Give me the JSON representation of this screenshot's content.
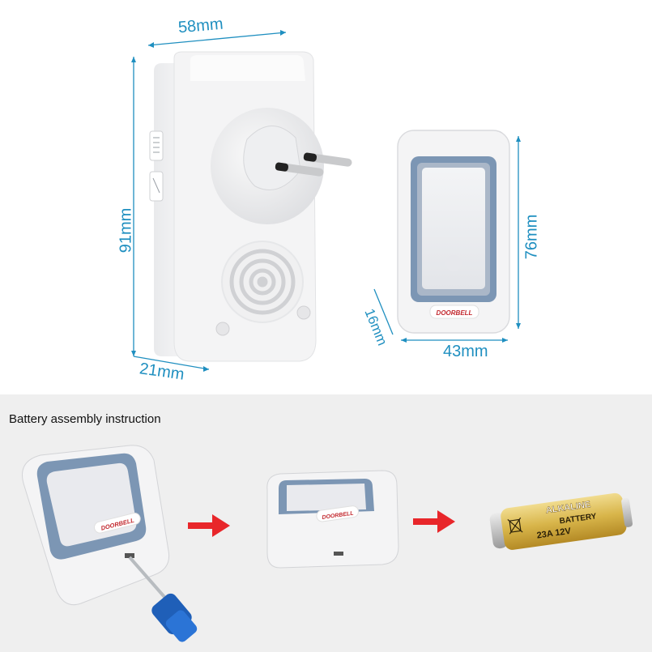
{
  "dimensions": {
    "width_receiver": "58mm",
    "height_receiver": "91mm",
    "depth_receiver": "21mm",
    "height_button": "76mm",
    "width_button": "43mm",
    "depth_button": "16mm"
  },
  "brand_logo": "DOORBELL",
  "instruction": {
    "title": "Battery assembly instruction"
  },
  "battery": {
    "brand": "ALKALINE",
    "type": "BATTERY",
    "model": "23A 12V"
  },
  "colors": {
    "dimension_blue": "#1f8fc0",
    "arrow_red": "#e8262a",
    "frame_blue": "#7c96b4",
    "battery_gold": "#d8b54a"
  }
}
